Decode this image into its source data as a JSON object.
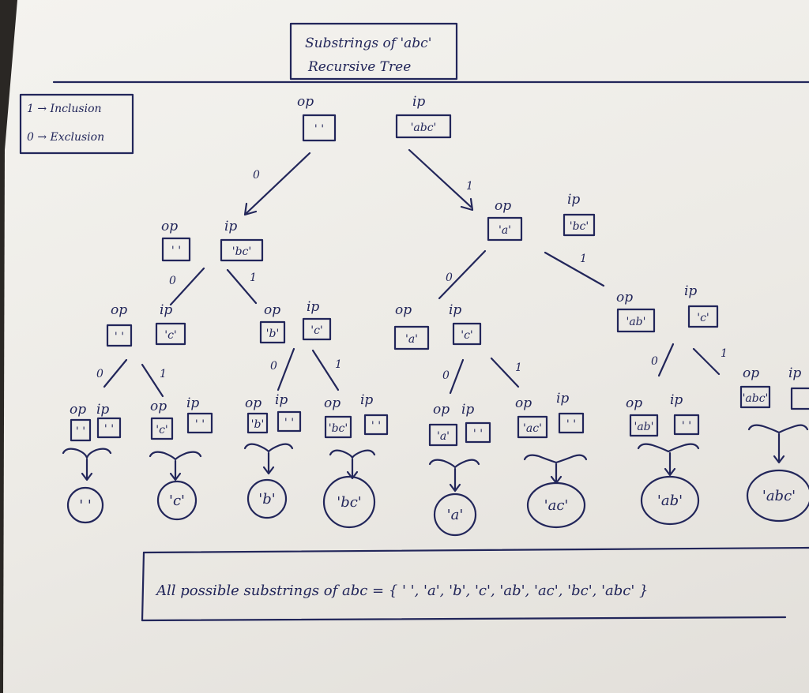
{
  "title": {
    "line1": "Substrings of 'abc'",
    "line2": "Recursive Tree"
  },
  "legend": {
    "inclusion": "1 → Inclusion",
    "exclusion": "0 → Exclusion"
  },
  "labels": {
    "op": "op",
    "ip": "ip"
  },
  "nodes": {
    "root": {
      "op": "' '",
      "ip": "'abc'"
    },
    "n0": {
      "op": "' '",
      "ip": "'bc'"
    },
    "n1": {
      "op": "'a'",
      "ip": "'bc'"
    },
    "n00": {
      "op": "' '",
      "ip": "'c'"
    },
    "n01": {
      "op": "'b'",
      "ip": "'c'"
    },
    "n10": {
      "op": "'a'",
      "ip": "'c'"
    },
    "n11": {
      "op": "'ab'",
      "ip": "'c'"
    },
    "n000": {
      "op": "' '",
      "ip": "' '"
    },
    "n001": {
      "op": "'c'",
      "ip": "' '"
    },
    "n010": {
      "op": "'b'",
      "ip": "' '"
    },
    "n011": {
      "op": "'bc'",
      "ip": "' '"
    },
    "n100": {
      "op": "'a'",
      "ip": "' '"
    },
    "n101": {
      "op": "'ac'",
      "ip": "' '"
    },
    "n110": {
      "op": "'ab'",
      "ip": "' '"
    },
    "n111": {
      "op": "'abc'",
      "ip": ""
    }
  },
  "edges": {
    "zero": "0",
    "one": "1"
  },
  "leaves": [
    "' '",
    "'c'",
    "'b'",
    "'bc'",
    "'a'",
    "'ac'",
    "'ab'",
    "'abc'"
  ],
  "summary": "All possible substrings of abc = { ' ', 'a', 'b', 'c', 'ab', 'ac', 'bc', 'abc' }"
}
